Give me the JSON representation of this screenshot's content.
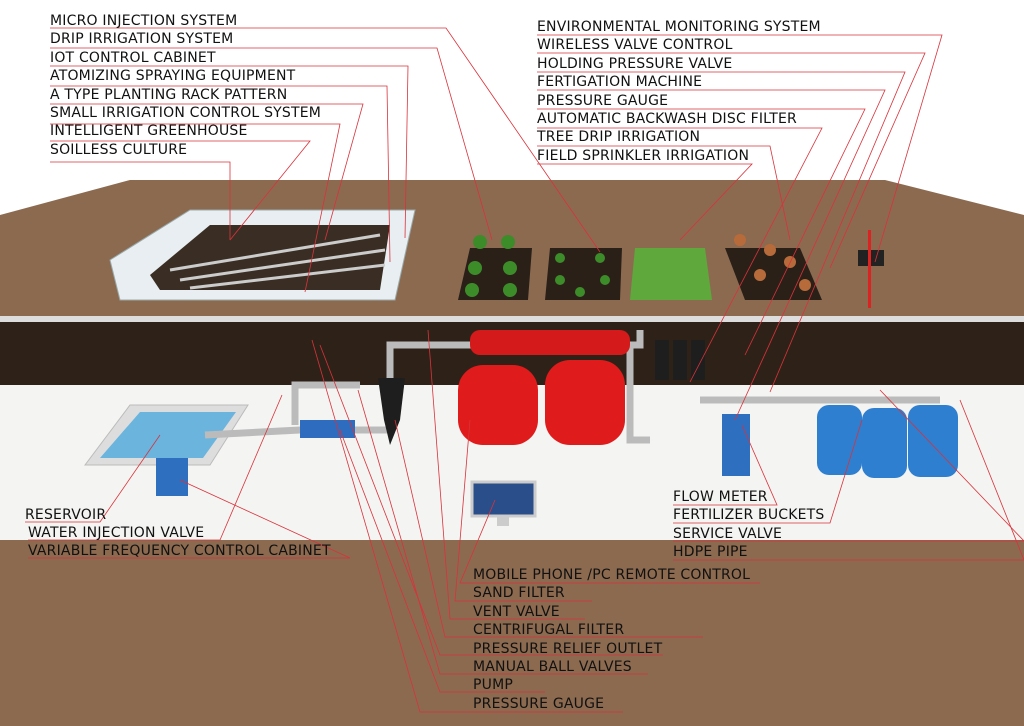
{
  "colors": {
    "ground": "#8c6a50",
    "trench": "#2e2218",
    "slab": "#f4f4f2",
    "leader": "#d9323a",
    "tank_red": "#e01b1b",
    "tank_blue": "#2f7fd0"
  },
  "labels": {
    "top_left": [
      "MICRO INJECTION SYSTEM",
      "DRIP IRRIGATION SYSTEM",
      "IOT CONTROL CABINET",
      "ATOMIZING SPRAYING EQUIPMENT",
      "A TYPE PLANTING RACK PATTERN",
      "SMALL IRRIGATION CONTROL SYSTEM",
      "INTELLIGENT GREENHOUSE",
      "SOILLESS CULTURE"
    ],
    "top_right": [
      "ENVIRONMENTAL MONITORING SYSTEM",
      "WIRELESS VALVE CONTROL",
      "HOLDING PRESSURE VALVE",
      "FERTIGATION MACHINE",
      "PRESSURE GAUGE",
      "AUTOMATIC BACKWASH DISC FILTER",
      "TREE DRIP IRRIGATION",
      "FIELD SPRINKLER IRRIGATION"
    ],
    "bottom_left": [
      "RESERVOIR",
      "WATER INJECTION VALVE",
      "VARIABLE FREQUENCY CONTROL CABINET"
    ],
    "middle_right": [
      "FLOW METER",
      "FERTILIZER BUCKETS",
      "SERVICE VALVE",
      "HDPE PIPE"
    ],
    "bottom_center": [
      "MOBILE PHONE /PC REMOTE CONTROL",
      "SAND FILTER",
      "VENT VALVE",
      "CENTRIFUGAL FILTER",
      "PRESSURE RELIEF OUTLET",
      "MANUAL BALL VALVES",
      "PUMP",
      "PRESSURE GAUGE"
    ]
  }
}
